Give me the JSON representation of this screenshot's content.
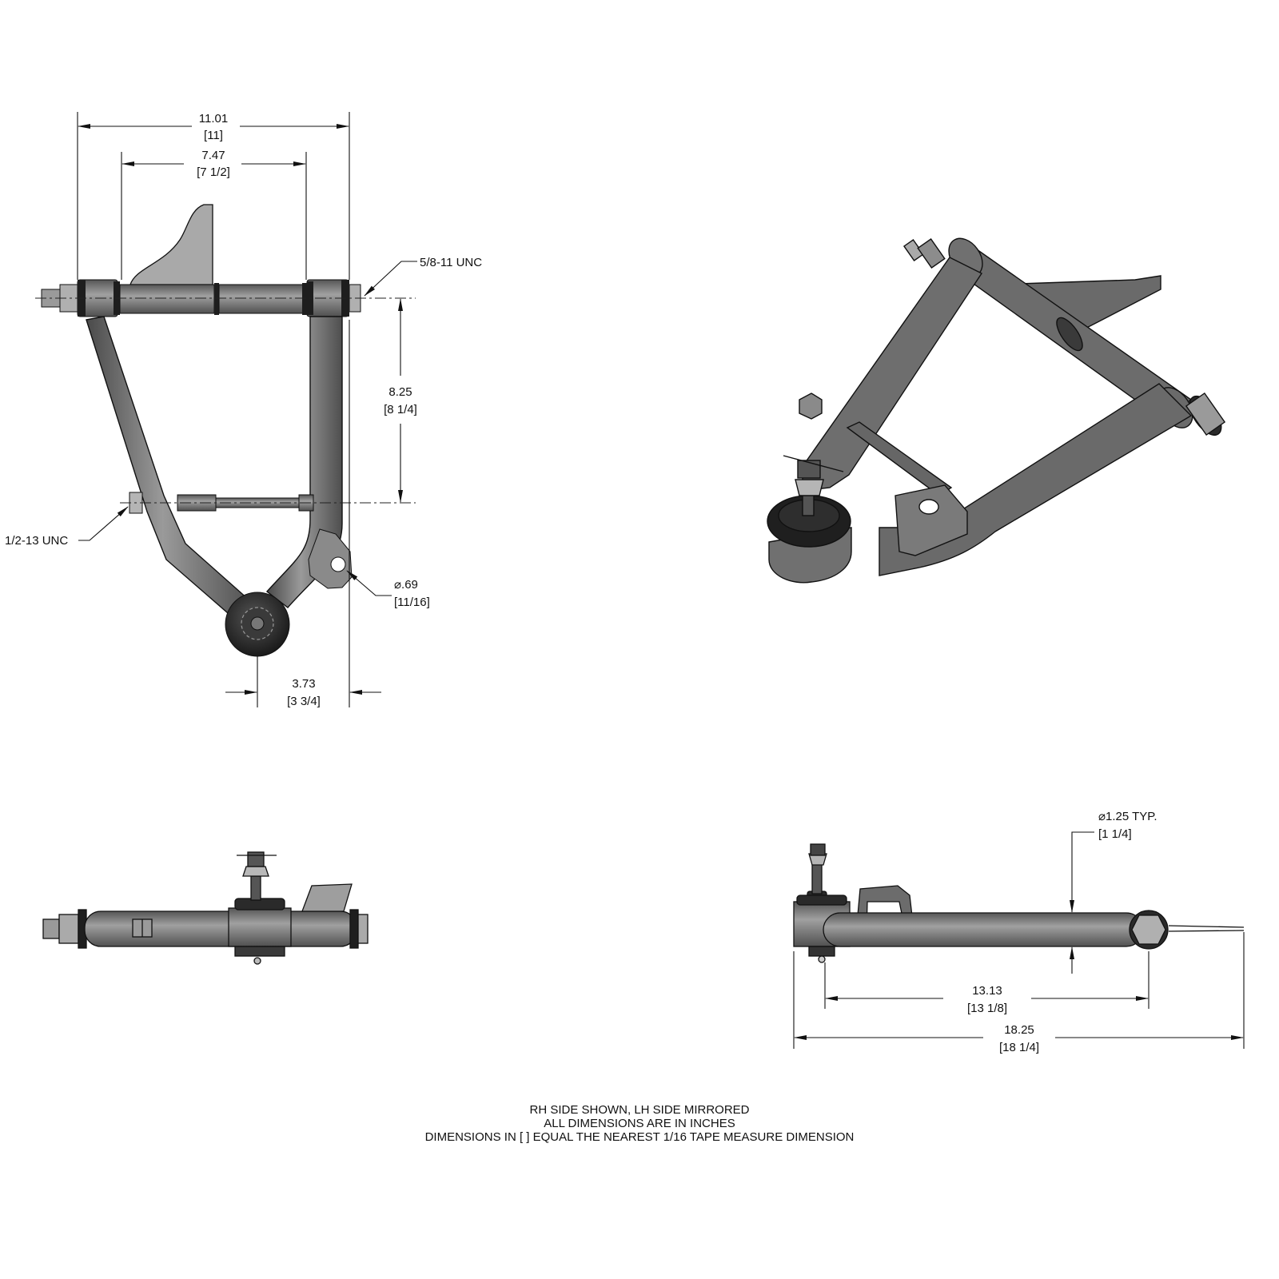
{
  "drawing": {
    "subject": "Tubular upper control arm",
    "views": [
      "top-view",
      "isometric-view",
      "front-view",
      "side-view"
    ]
  },
  "dimensions": {
    "overall_width": {
      "decimal": "11.01",
      "fraction": "[11]"
    },
    "bushing_span": {
      "decimal": "7.47",
      "fraction": "[7 1/2]"
    },
    "pivot_to_crossbar": {
      "decimal": "8.25",
      "fraction": "[8 1/4]"
    },
    "ball_joint_offset": {
      "decimal": "3.73",
      "fraction": "[3 3/4]"
    },
    "hole_diameter": {
      "decimal": "⌀.69",
      "fraction": "[11/16]"
    },
    "tube_diameter": {
      "decimal": "⌀1.25 TYP.",
      "fraction": "[1 1/4]"
    },
    "ball_joint_to_pivot": {
      "decimal": "13.13",
      "fraction": "[13 1/8]"
    },
    "overall_length": {
      "decimal": "18.25",
      "fraction": "[18 1/4]"
    }
  },
  "callouts": {
    "shaft_thread": "5/8-11 UNC",
    "crossbar_thread": "1/2-13 UNC"
  },
  "notes": [
    "RH SIDE SHOWN, LH SIDE MIRRORED",
    "ALL DIMENSIONS ARE IN INCHES",
    "DIMENSIONS IN [ ] EQUAL THE NEAREST 1/16 TAPE MEASURE DIMENSION"
  ],
  "colors": {
    "part_fill": "#6e6e6e",
    "part_dark": "#2a2a2a",
    "bracket_fill": "#a8a8a8",
    "line": "#111111",
    "background": "#ffffff"
  }
}
